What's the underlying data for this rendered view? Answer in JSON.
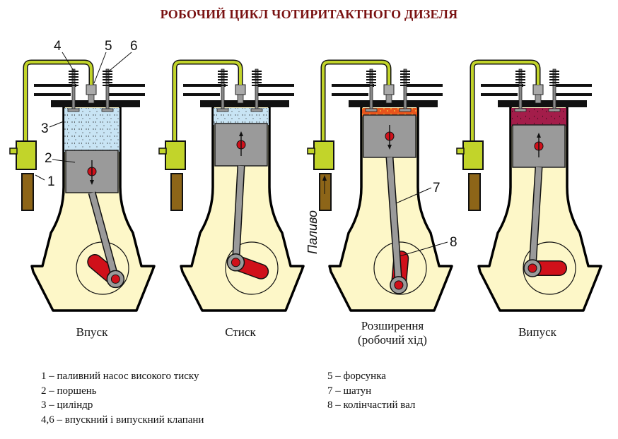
{
  "title": "РОБОЧИЙ ЦИКЛ ЧОТИРИТАКТНОГО ДИЗЕЛЯ",
  "strokes": [
    {
      "id": "intake",
      "caption": [
        "Впуск"
      ],
      "piston_direction": "down",
      "chamber_fill": "air",
      "chamber_color": "#c8e4f4"
    },
    {
      "id": "compression",
      "caption": [
        "Стиск"
      ],
      "piston_direction": "up",
      "chamber_fill": "compressed-air",
      "chamber_color": "#c8e4f4"
    },
    {
      "id": "power",
      "caption": [
        "Розширення",
        "(робочий хід)"
      ],
      "piston_direction": "down",
      "chamber_fill": "combustion",
      "chamber_color": "#e8541c"
    },
    {
      "id": "exhaust",
      "caption": [
        "Випуск"
      ],
      "piston_direction": "up",
      "chamber_fill": "exhaust-gas",
      "chamber_color": "#a31d4a"
    }
  ],
  "part_numbers": {
    "n1": "1",
    "n2": "2",
    "n3": "3",
    "n4": "4",
    "n5": "5",
    "n6": "6",
    "n7": "7",
    "n8": "8"
  },
  "fuel_label": "Паливо",
  "legend_left": [
    "1 – паливний насос високого тиску",
    "2 – поршень",
    "3 – циліндр",
    "4,6 – впускний і випускний клапани"
  ],
  "legend_right": [
    "5 – форсунка",
    "7 – шатун",
    "8 – колінчастий вал"
  ],
  "colors": {
    "title": "#7a1212",
    "crankcase": "#fdf7c8",
    "piston": "#9a9a9a",
    "crank": "#d0101a",
    "fuel_line": "#c2d42a",
    "pump_body": "#8d6518"
  }
}
